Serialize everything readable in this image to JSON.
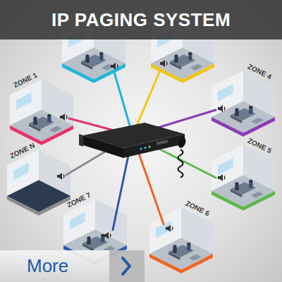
{
  "diagram": {
    "title": "IP PAGING SYSTEM",
    "nodes": [
      {
        "text": [
          "ZONE 1"
        ]
      },
      {
        "text": [
          "ZONE 4"
        ]
      },
      {
        "text": [
          "ZONE N"
        ]
      },
      {
        "text": [
          "ZONE 5"
        ]
      },
      {
        "text": [
          "ZONE 7"
        ]
      },
      {
        "text": [
          "ZONE 6"
        ]
      },
      {
        "text": [
          "More"
        ]
      }
    ]
  }
}
